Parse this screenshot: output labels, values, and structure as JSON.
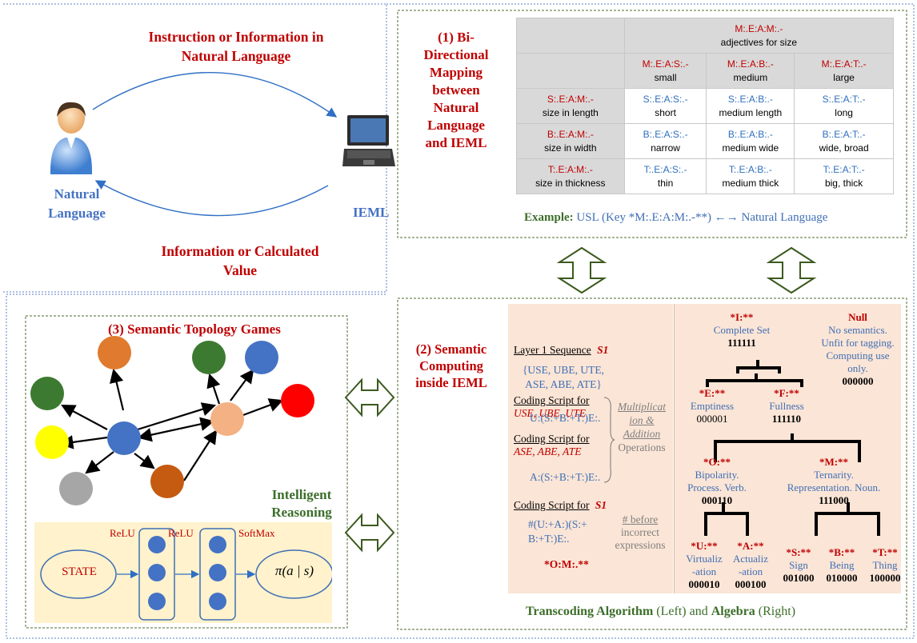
{
  "top_left": {
    "instruction_line1": "Instruction or Information in",
    "instruction_line2": "Natural Language",
    "natural_line1": "Natural",
    "natural_line2": "Language",
    "ieml_label": "IEML",
    "info_line1": "Information or Calculated",
    "info_line2": "Value"
  },
  "panel1": {
    "title_lines": [
      "(1) Bi-",
      "Directional",
      "Mapping",
      "between",
      "Natural",
      "Language",
      "and IEML"
    ],
    "table": {
      "header_code": "M:.E:A:M:.-",
      "header_desc": "adjectives for size",
      "columns": [
        {
          "code": "M:.E:A:S:.-",
          "desc": "small"
        },
        {
          "code": "M:.E:A:B:.-",
          "desc": "medium"
        },
        {
          "code": "M:.E:A:T:.-",
          "desc": "large"
        }
      ],
      "rows": [
        {
          "code": "S:.E:A:M:.-",
          "desc": "size in length",
          "cells": [
            {
              "code": "S:.E:A:S:.-",
              "desc": "short"
            },
            {
              "code": "S:.E:A:B:.-",
              "desc": "medium length"
            },
            {
              "code": "S:.E:A:T:.-",
              "desc": "long"
            }
          ]
        },
        {
          "code": "B:.E:A:M:.-",
          "desc": "size in width",
          "cells": [
            {
              "code": "B:.E:A:S:.-",
              "desc": "narrow"
            },
            {
              "code": "B:.E:A:B:.-",
              "desc": "medium wide"
            },
            {
              "code": "B:.E:A:T:.-",
              "desc": "wide, broad"
            }
          ]
        },
        {
          "code": "T:.E:A:M:.-",
          "desc": "size in thickness",
          "cells": [
            {
              "code": "T:.E:A:S:.-",
              "desc": "thin"
            },
            {
              "code": "T:.E:A:B:.-",
              "desc": "medium thick"
            },
            {
              "code": "T:.E:A:T:.-",
              "desc": "big, thick"
            }
          ]
        }
      ]
    },
    "example_bold": "Example:",
    "example_rest": "USL (Key *M:.E:A:M:.-**) ←→ Natural Language"
  },
  "panel2": {
    "title_lines": [
      "(2) Semantic",
      "Computing",
      "inside IEML"
    ],
    "layer_label": "Layer 1 Sequence",
    "layer_tag": "S1",
    "seq_line1": "{USE, UBE, UTE,",
    "seq_line2": "ASE, ABE, ATE}",
    "coding1_label": "Coding Script for",
    "coding1_items": "USE, UBE, UTE",
    "formula1": "U:(S:+B:+T:)E:.",
    "coding2_label": "Coding Script for",
    "coding2_items": "ASE, ABE, ATE",
    "formula2": "A:(S:+B:+T:)E:.",
    "ops_line1": "Multiplicat",
    "ops_line2": "ion &",
    "ops_line3": "Addition",
    "ops_line4": "Operations",
    "coding3_label": "Coding Script for",
    "coding3_tag": "S1",
    "formula3_line1": "#(U:+A:)(S:+",
    "formula3_line2": "B:+T:)E:.",
    "note_line1": "# before",
    "note_line2": "incorrect",
    "note_line3": "expressions",
    "star_code": "*O:M:.**",
    "algebra": {
      "I": {
        "key": "*I:**",
        "desc": "Complete Set",
        "bits": "111111"
      },
      "Null": {
        "key": "Null",
        "desc1": "No semantics.",
        "desc2": "Unfit for tagging.",
        "desc3": "Computing use",
        "desc4": "only.",
        "bits": "000000"
      },
      "E": {
        "key": "*E:**",
        "desc": "Emptiness",
        "bits": "000001"
      },
      "F": {
        "key": "*F:**",
        "desc": "Fullness",
        "bits": "111110"
      },
      "O": {
        "key": "*O:**",
        "desc1": "Bipolarity.",
        "desc2": "Process. Verb.",
        "bits": "000110"
      },
      "M": {
        "key": "*M:**",
        "desc1": "Ternarity.",
        "desc2": "Representation. Noun.",
        "bits": "111000"
      },
      "U": {
        "key": "*U:**",
        "desc1": "Virtualiz",
        "desc2": "-ation",
        "bits": "000010"
      },
      "A": {
        "key": "*A:**",
        "desc1": "Actualiz",
        "desc2": "-ation",
        "bits": "000100"
      },
      "S": {
        "key": "*S:**",
        "desc": "Sign",
        "bits": "001000"
      },
      "B": {
        "key": "*B:**",
        "desc": "Being",
        "bits": "010000"
      },
      "T": {
        "key": "*T:**",
        "desc": "Thing",
        "bits": "100000"
      }
    },
    "footer_bold": "Transcoding Algorithm",
    "footer_mid": " (Left) and ",
    "footer_bold2": "Algebra",
    "footer_end": " (Right)"
  },
  "panel3": {
    "title": "(3) Semantic Topology Games",
    "reasoning_line1": "Intelligent",
    "reasoning_line2": "Reasoning",
    "relu1": "ReLU",
    "relu2": "ReLU",
    "softmax": "SoftMax",
    "state": "STATE",
    "policy": "π(a | s)",
    "node_colors": [
      "#e07a2e",
      "#4aa0d8",
      "#3d7a31",
      "#4472c4",
      "#ff0000",
      "#3d7a31",
      "#f4b183",
      "#4472c4",
      "#ffff00",
      "#c55a11",
      "#a6a6a6"
    ]
  }
}
